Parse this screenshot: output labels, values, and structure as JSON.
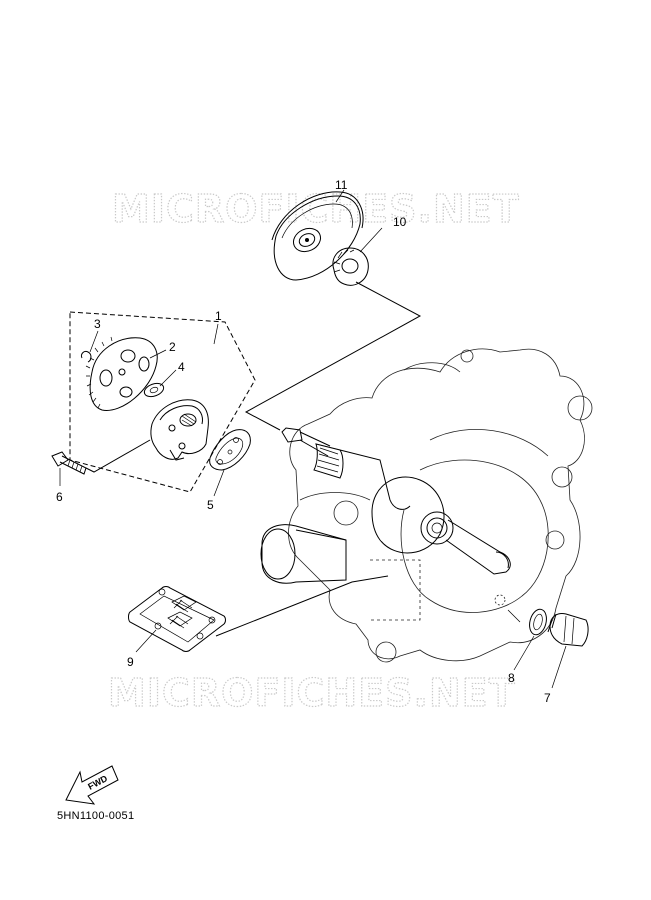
{
  "watermark": {
    "text": "MICROFICHES.NET"
  },
  "callouts": [
    {
      "id": "1",
      "label": "1"
    },
    {
      "id": "2",
      "label": "2"
    },
    {
      "id": "3",
      "label": "3"
    },
    {
      "id": "4",
      "label": "4"
    },
    {
      "id": "5",
      "label": "5"
    },
    {
      "id": "6",
      "label": "6"
    },
    {
      "id": "7",
      "label": "7"
    },
    {
      "id": "8",
      "label": "8"
    },
    {
      "id": "9",
      "label": "9"
    },
    {
      "id": "10",
      "label": "10"
    },
    {
      "id": "11",
      "label": "11"
    }
  ],
  "fwd_indicator": {
    "label": "FWD"
  },
  "diagram_code": "5HN1100-0051",
  "colors": {
    "line": "#000000",
    "watermark": "#c9c9c9",
    "background": "#ffffff"
  }
}
